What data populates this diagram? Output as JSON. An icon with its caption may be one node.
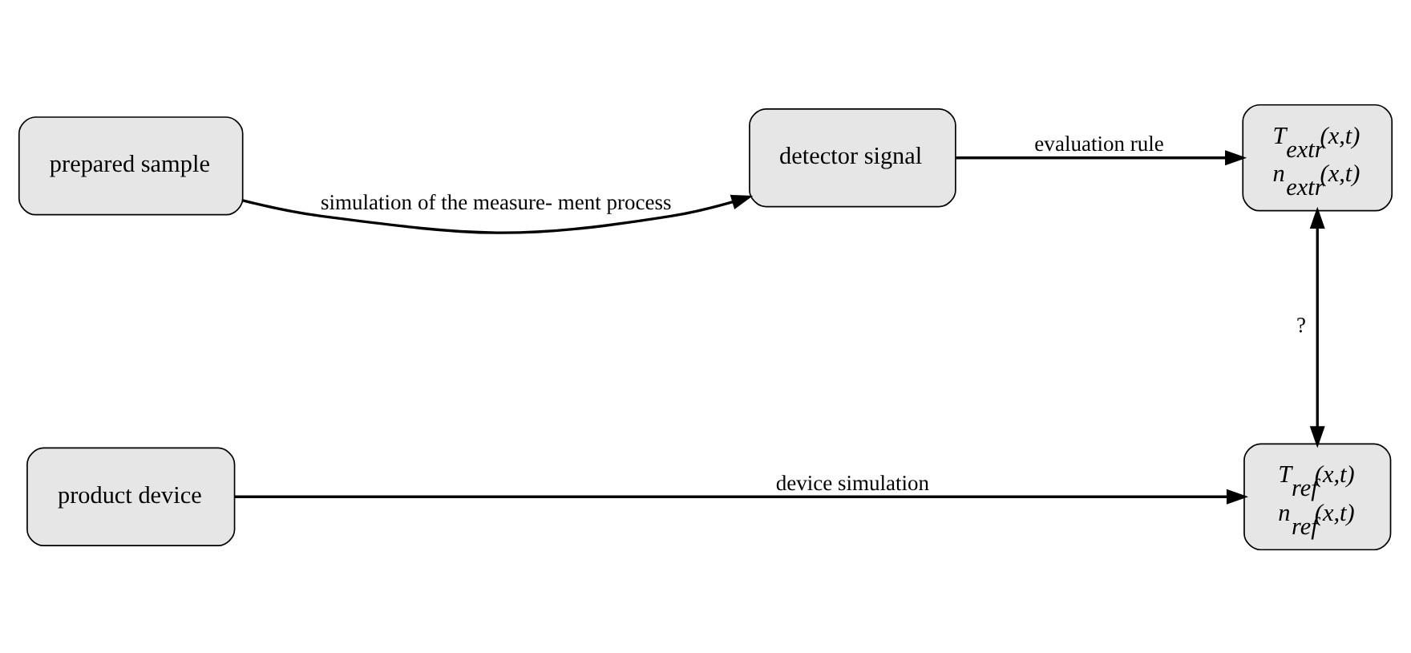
{
  "diagram": {
    "nodes": [
      {
        "text": [
          "product device"
        ]
      },
      {
        "text": [
          "*T$_{ref}$(x,t)*",
          "*n$_{ref}$(x,t)*"
        ]
      },
      {
        "text": [
          "prepared sample"
        ]
      },
      {
        "text": [
          "detector signal"
        ]
      },
      {
        "text": [
          "*T$_{extr}$(x,t)*",
          "*n$_{extr}$(x,t)*"
        ]
      }
    ],
    "edges": [
      {
        "from": 0,
        "to": 1,
        "arrow": "to",
        "label": "device simulation"
      },
      {
        "from": 4,
        "to": 1,
        "arrow": "both",
        "label": "?"
      },
      {
        "from": 2,
        "to": 3,
        "arrow": "to",
        "label": "simulation of the measure- ment process"
      },
      {
        "from": 3,
        "to": 4,
        "arrow": "to",
        "label": "evaluation rule"
      }
    ]
  }
}
